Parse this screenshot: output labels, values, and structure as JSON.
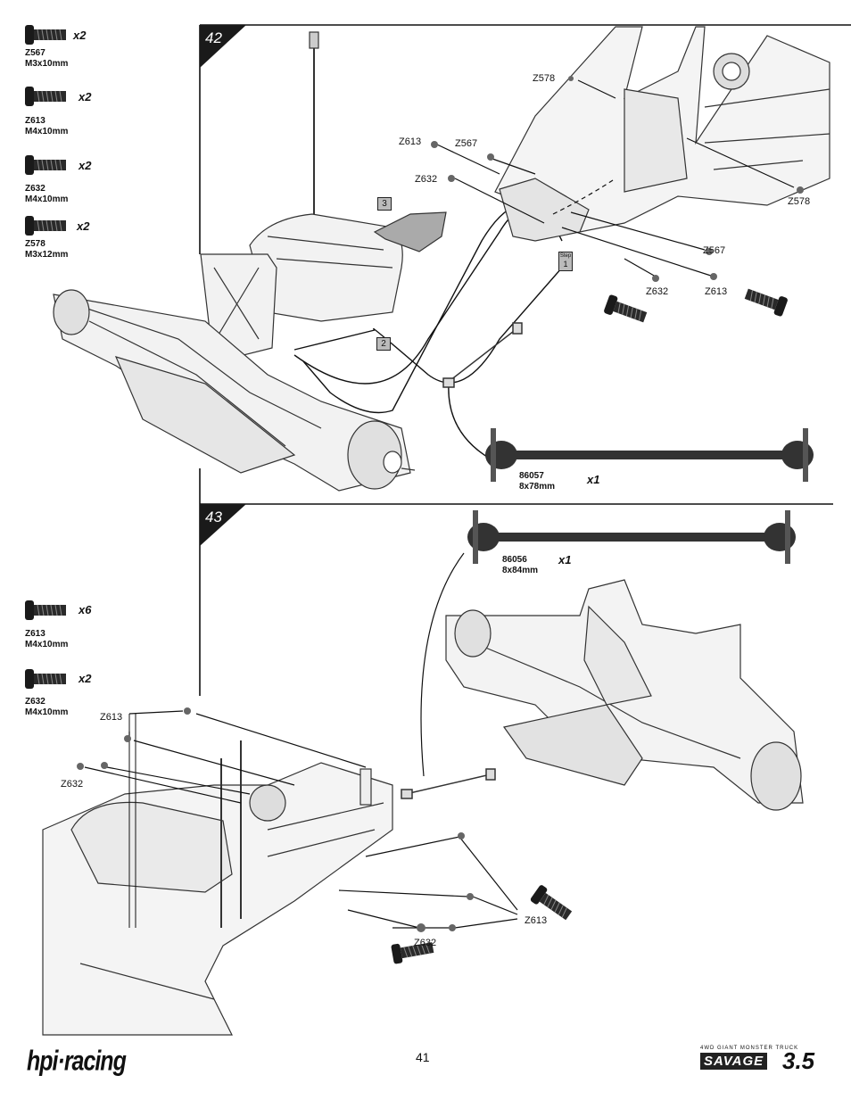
{
  "step42": {
    "number": "42",
    "parts": [
      {
        "code": "Z567",
        "size": "M3x10mm",
        "qty": "x2"
      },
      {
        "code": "Z613",
        "size": "M4x10mm",
        "qty": "x2"
      },
      {
        "code": "Z632",
        "size": "M4x10mm",
        "qty": "x2"
      },
      {
        "code": "Z578",
        "size": "M3x12mm",
        "qty": "x2"
      }
    ],
    "callouts": {
      "z578_top": "Z578",
      "z613_top": "Z613",
      "z567_top": "Z567",
      "z632_top": "Z632",
      "z578_right": "Z578",
      "z567_right": "Z567",
      "z632_bottom": "Z632",
      "z613_bottom": "Z613"
    },
    "seq": {
      "one": "1",
      "two": "2",
      "three": "3",
      "step_tag": "Step"
    },
    "driveshaft": {
      "code": "86057",
      "size": "8x78mm",
      "qty": "x1"
    }
  },
  "step43": {
    "number": "43",
    "parts": [
      {
        "code": "Z613",
        "size": "M4x10mm",
        "qty": "x6"
      },
      {
        "code": "Z632",
        "size": "M4x10mm",
        "qty": "x2"
      }
    ],
    "callouts": {
      "z613_left": "Z613",
      "z632_left": "Z632",
      "z613_right": "Z613",
      "z632_bottom": "Z632"
    },
    "driveshaft": {
      "code": "86056",
      "size": "8x84mm",
      "qty": "x1"
    }
  },
  "footer": {
    "page_number": "41",
    "brand": "hpi·racing",
    "product_tag": "4WD GIANT MONSTER TRUCK",
    "product": "SAVAGE",
    "product_version": "3.5"
  }
}
